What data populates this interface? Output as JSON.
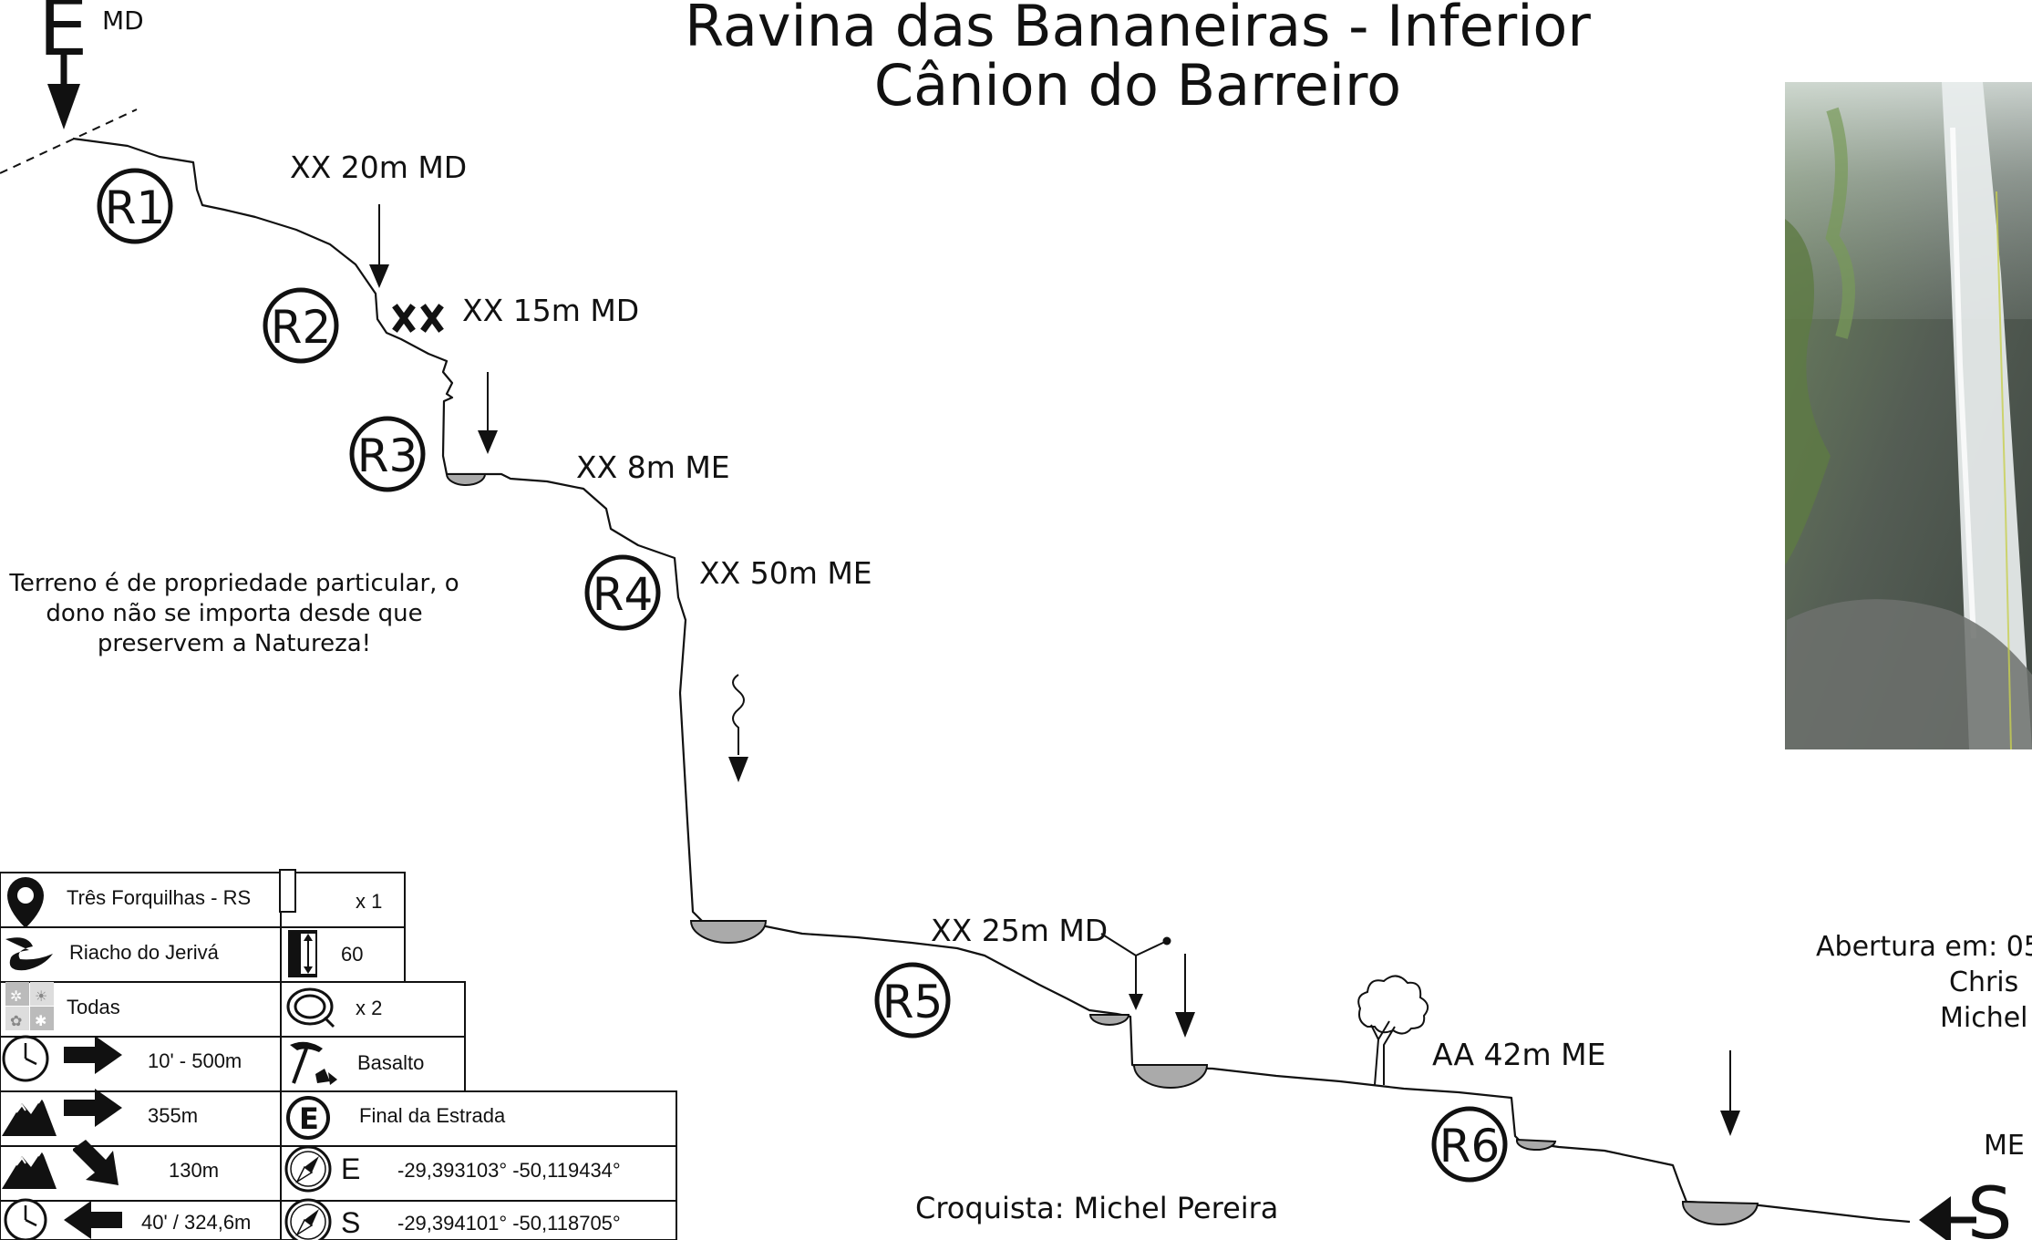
{
  "title": {
    "line1": "Ravina das Bananeiras - Inferior",
    "line2": "Cânion do Barreiro"
  },
  "entrance": {
    "letter": "E",
    "side": "MD"
  },
  "exit": {
    "letter": "S",
    "side": "ME"
  },
  "rappels": [
    {
      "id": "R1",
      "label": "XX 20m MD"
    },
    {
      "id": "R2",
      "label": "XX 15m MD"
    },
    {
      "id": "R3",
      "label": "XX 8m ME"
    },
    {
      "id": "R4",
      "label": "XX 50m ME"
    },
    {
      "id": "R5",
      "label": "XX 25m MD"
    },
    {
      "id": "R6",
      "label": "AA 42m ME"
    }
  ],
  "note": {
    "line1": "Terreno é de propriedade particular, o",
    "line2": "dono não se importa desde que",
    "line3": "preservem a Natureza!"
  },
  "info": {
    "location": "Três Forquilhas - RS",
    "river": "Riacho do Jerivá",
    "season": "Todas",
    "approach": "10' - 500m",
    "elevation": "355m",
    "descent": "130m",
    "return": "40' / 324,6m",
    "wetsuit": "x 1",
    "longest_rope": "60",
    "ropes": "x 2",
    "rock": "Basalto",
    "parking": "Final da Estrada",
    "coord_entry_label": "E",
    "coord_entry": "-29,393103° -50,119434°",
    "coord_exit_label": "S",
    "coord_exit": "-29,394101° -50,118705°"
  },
  "credits": {
    "sketcher": "Croquista: Michel Pereira",
    "opening": "Abertura em: 05",
    "opener1": "Chris",
    "opener2": "Michel"
  },
  "colors": {
    "ink": "#111111",
    "pool_fill": "#aaaaaa",
    "photo_rock": "#4f5a4f",
    "photo_moss": "#5f7a45",
    "photo_water": "#e8eeee"
  }
}
